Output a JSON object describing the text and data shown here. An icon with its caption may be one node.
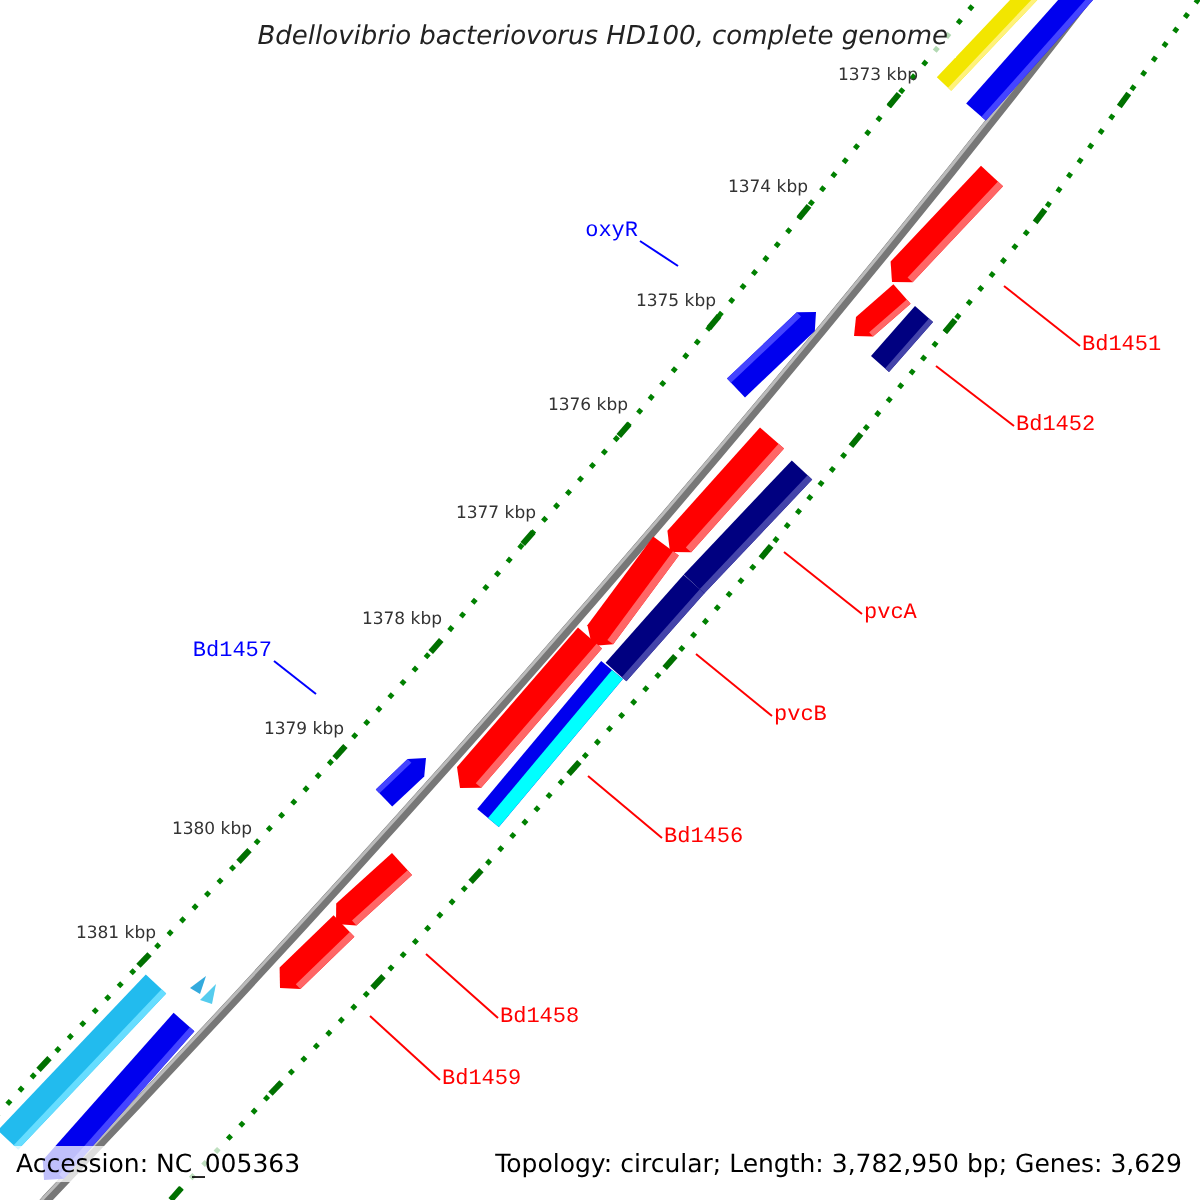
{
  "diagram": {
    "title": "Bdellovibrio bacteriovorus HD100, complete genome",
    "nodes": [
      {
        "text": [
          "Bd1451"
        ]
      },
      {
        "text": [
          "Bd1452"
        ]
      },
      {
        "text": [
          "oxyR"
        ]
      },
      {
        "text": [
          "pvcA"
        ]
      },
      {
        "text": [
          "pvcB"
        ]
      },
      {
        "text": [
          "Bd1456"
        ]
      },
      {
        "text": [
          "Bd1457"
        ]
      },
      {
        "text": [
          "Bd1458"
        ]
      },
      {
        "text": [
          "Bd1459"
        ]
      }
    ],
    "edges": [
      {
        "from": 0,
        "to": null,
        "arrow": "none"
      },
      {
        "from": 1,
        "to": null,
        "arrow": "none"
      },
      {
        "from": 2,
        "to": null,
        "arrow": "none",
        "color": "#0000ff"
      },
      {
        "from": 3,
        "to": null,
        "arrow": "none"
      },
      {
        "from": 4,
        "to": null,
        "arrow": "none"
      },
      {
        "from": 5,
        "to": null,
        "arrow": "none"
      },
      {
        "from": 6,
        "to": null,
        "arrow": "none",
        "color": "#0000ff"
      },
      {
        "from": 7,
        "to": null,
        "arrow": "none"
      },
      {
        "from": 8,
        "to": null,
        "arrow": "none"
      }
    ],
    "labels": [
      "1373 kbp",
      "1374 kbp",
      "1375 kbp",
      "1376 kbp",
      "1377 kbp",
      "1378 kbp",
      "1379 kbp",
      "1380 kbp",
      "1381 kbp",
      "Accession: NC_005363",
      "Topology: circular; Length: 3,782,950 bp; Genes: 3,629"
    ]
  }
}
